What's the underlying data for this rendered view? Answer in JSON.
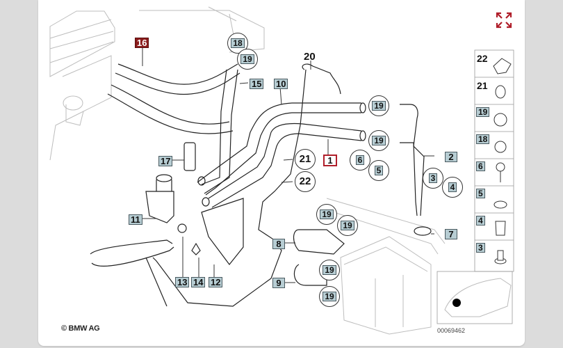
{
  "diagram": {
    "copyright": "© BMW AG",
    "diagram_id": "00069462",
    "accent_color": "#b01e2a",
    "label_fill_color": "#b7cdd3",
    "callouts": {
      "c1": "1",
      "c2": "2",
      "c3": "3",
      "c4": "4",
      "c5": "5",
      "c6": "6",
      "c7": "7",
      "c8": "8",
      "c9": "9",
      "c10": "10",
      "c11": "11",
      "c12": "12",
      "c13": "13",
      "c14": "14",
      "c15": "15",
      "c16": "16",
      "c17": "17",
      "c18": "18",
      "c19a": "19",
      "c19b": "19",
      "c19c": "19",
      "c19d": "19",
      "c19e": "19",
      "c19f": "19",
      "c19g": "19",
      "c20": "20",
      "c21": "21",
      "c22": "22"
    },
    "legend": [
      {
        "num": "22",
        "icon": "clip-icon"
      },
      {
        "num": "21",
        "icon": "hose-clamp-icon"
      },
      {
        "num": "19",
        "icon": "screw-clamp-icon"
      },
      {
        "num": "18",
        "icon": "screw-clamp-small-icon"
      },
      {
        "num": "6",
        "icon": "screw-icon"
      },
      {
        "num": "5",
        "icon": "grommet-icon"
      },
      {
        "num": "4",
        "icon": "nut-clip-icon"
      },
      {
        "num": "3",
        "icon": "rivet-icon"
      }
    ],
    "highlighted": [
      "16",
      "1"
    ]
  }
}
